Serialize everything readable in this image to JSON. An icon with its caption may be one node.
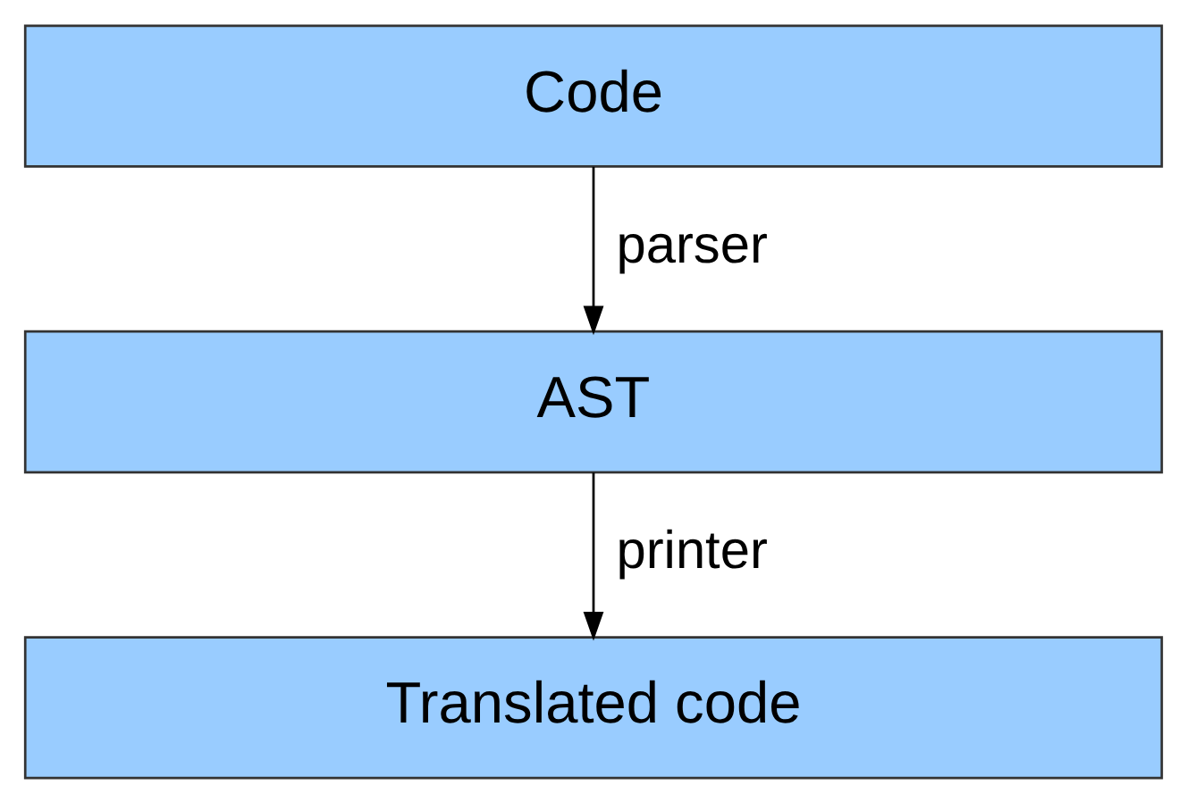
{
  "diagram": {
    "nodes": [
      {
        "text": [
          "Code"
        ]
      },
      {
        "text": [
          "AST"
        ]
      },
      {
        "text": [
          "Translated code"
        ]
      }
    ],
    "edges": [
      {
        "from": 0,
        "to": 1,
        "arrow": "to",
        "label": "parser"
      },
      {
        "from": 1,
        "to": 2,
        "arrow": "to",
        "label": "printer"
      }
    ]
  }
}
